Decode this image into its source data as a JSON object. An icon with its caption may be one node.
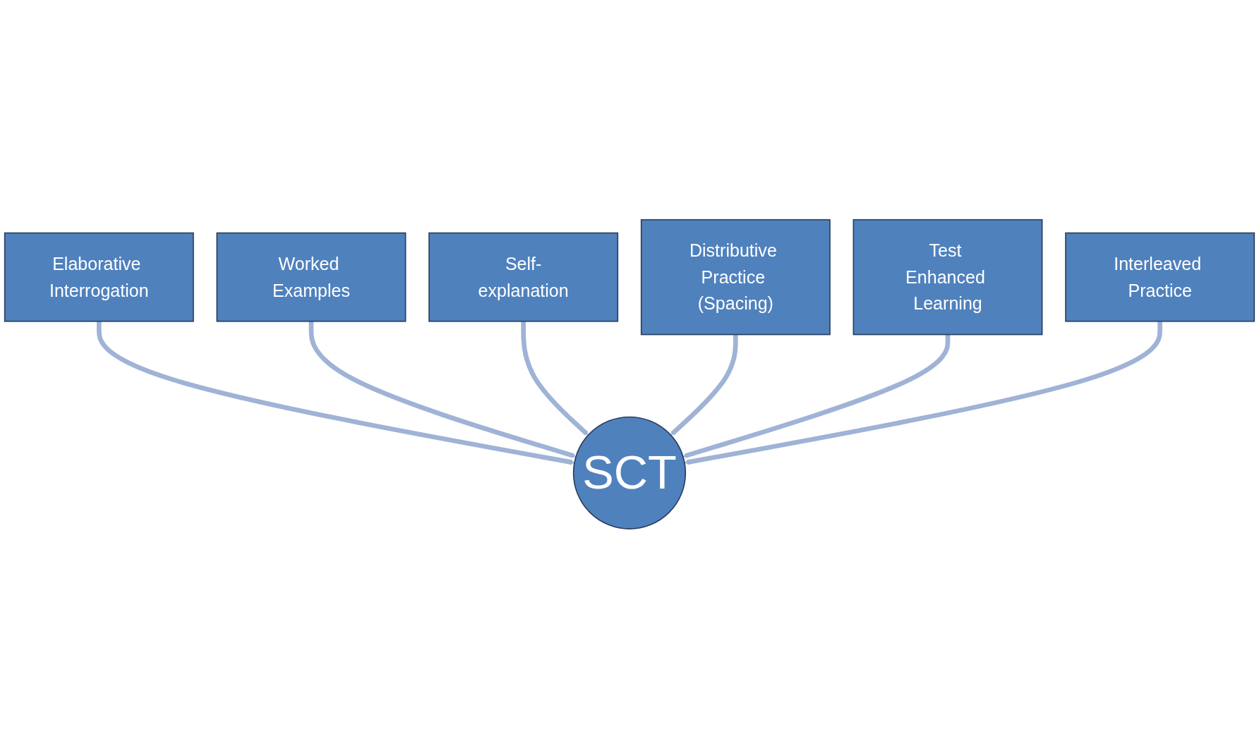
{
  "diagram": {
    "nodes": [
      {
        "text": [
          "Elaborative Interrogation"
        ]
      },
      {
        "text": [
          "Worked Examples"
        ]
      },
      {
        "text": [
          "Self-explanation"
        ]
      },
      {
        "text": [
          "Distributive Practice (Spacing)"
        ]
      },
      {
        "text": [
          "Test Enhanced Learning"
        ]
      },
      {
        "text": [
          "SCT"
        ]
      },
      {
        "text": [
          "Interleaved Practice"
        ]
      }
    ],
    "edges": [
      {
        "from": 0,
        "to": 5,
        "arrow": "to"
      },
      {
        "from": 1,
        "to": 5,
        "arrow": "to"
      },
      {
        "from": 2,
        "to": 5,
        "arrow": "to"
      },
      {
        "from": 3,
        "to": 5,
        "arrow": "to"
      },
      {
        "from": 4,
        "to": 5,
        "arrow": "to"
      },
      {
        "from": 6,
        "to": 5,
        "arrow": "to"
      }
    ]
  }
}
